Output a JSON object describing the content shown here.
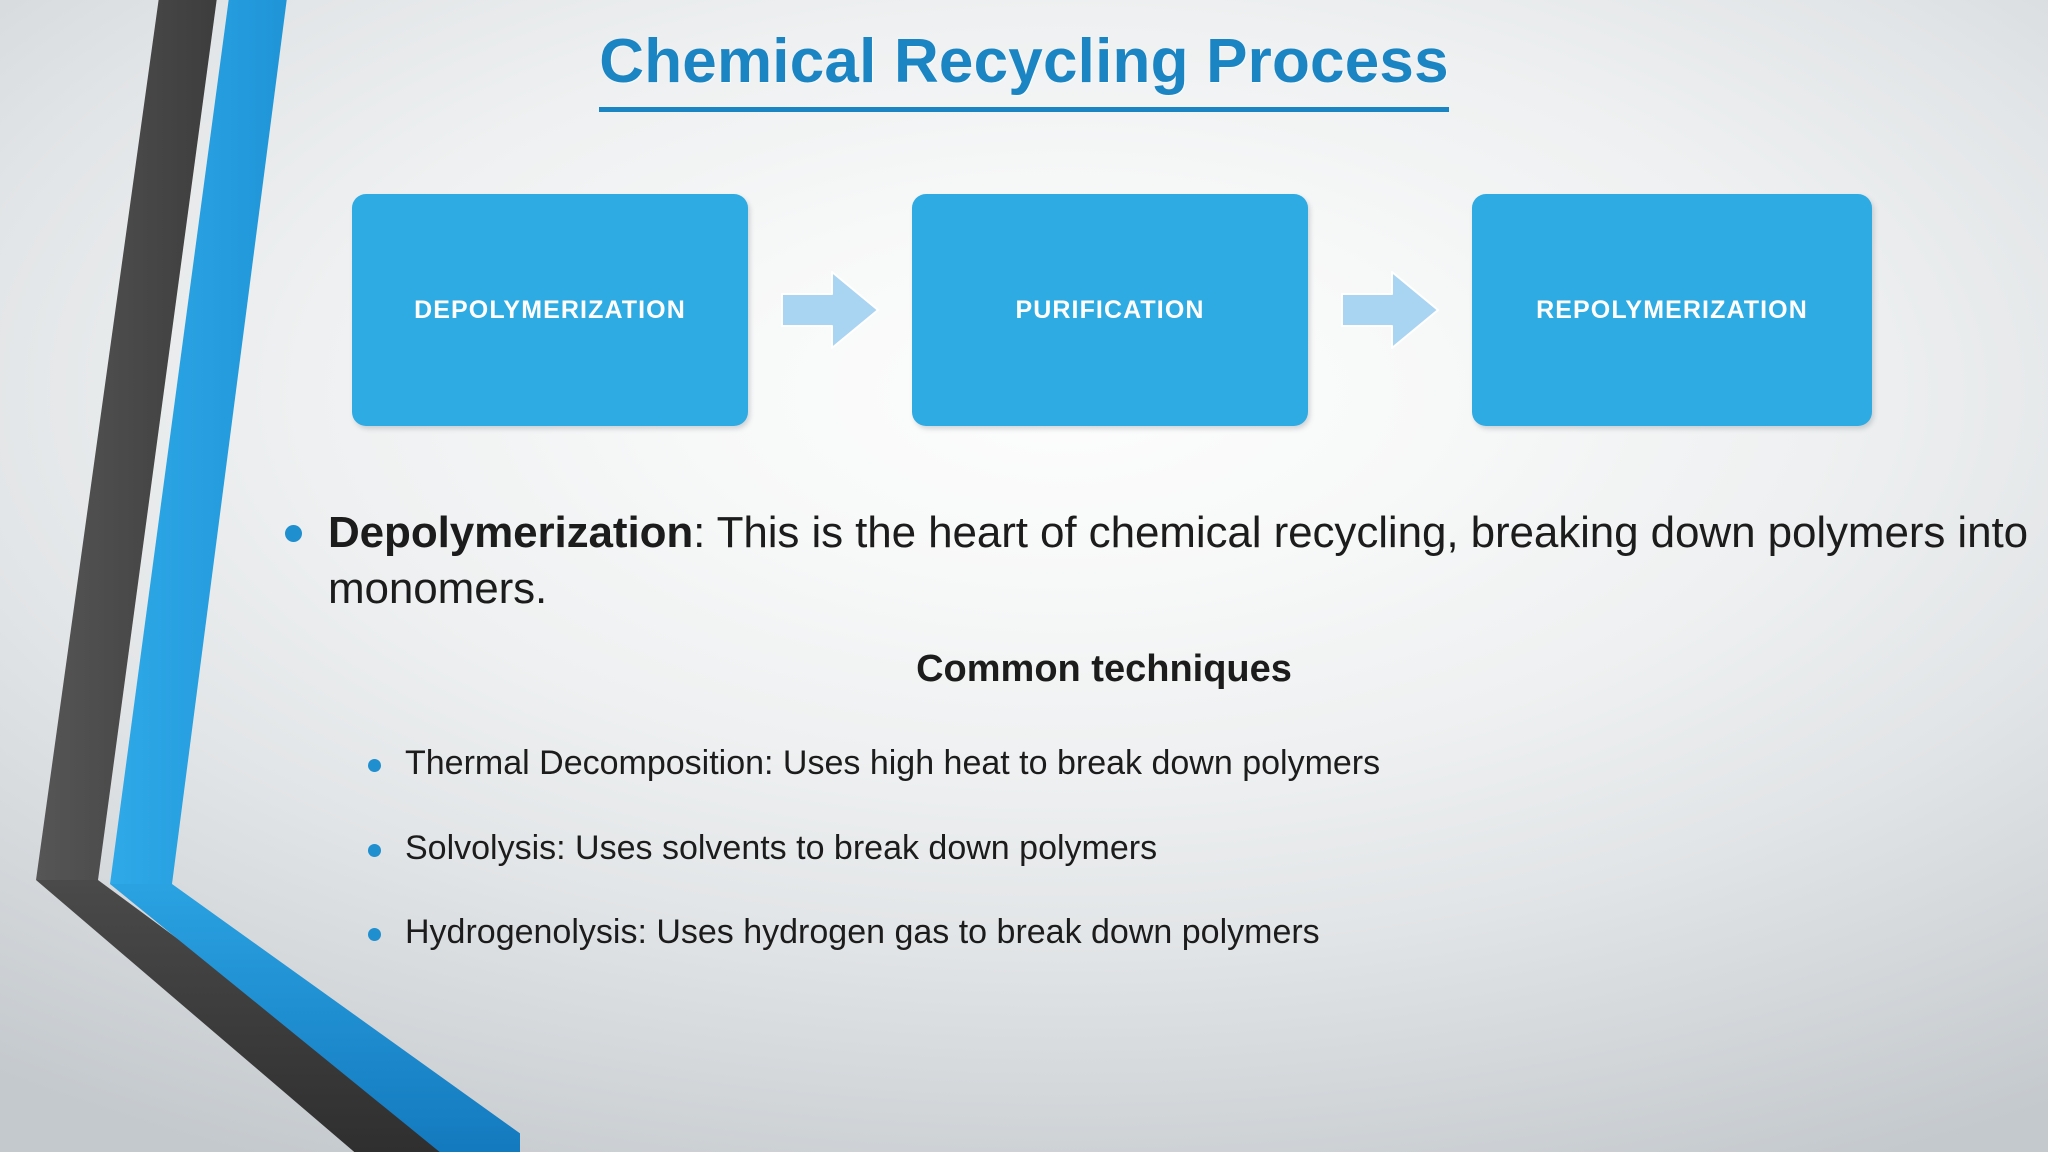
{
  "slide": {
    "title": "Chemical Recycling Process",
    "accent_color": "#2fabe4",
    "title_color": "#1b85c3",
    "bullet_color": "#1f8fd0",
    "text_color": "#1c1c1c",
    "deco_dark_color": "#4d4d4d",
    "deco_blue_color": "#29a8e6",
    "arrow_color": "#a9d4f2"
  },
  "process": {
    "steps": [
      {
        "label": "DEPOLYMERIZATION"
      },
      {
        "label": "PURIFICATION"
      },
      {
        "label": "REPOLYMERIZATION"
      }
    ],
    "arrows": [
      {
        "name": "arrow-1"
      },
      {
        "name": "arrow-2"
      }
    ]
  },
  "body": {
    "main_bullet": {
      "lead": "Depolymerization",
      "rest": ": This is the heart of chemical recycling, breaking down polymers into monomers."
    },
    "subheading": "Common techniques",
    "techniques": [
      "Thermal Decomposition: Uses high heat to break down polymers",
      "Solvolysis: Uses solvents to break down polymers",
      "Hydrogenolysis: Uses hydrogen gas to break down polymers"
    ]
  }
}
